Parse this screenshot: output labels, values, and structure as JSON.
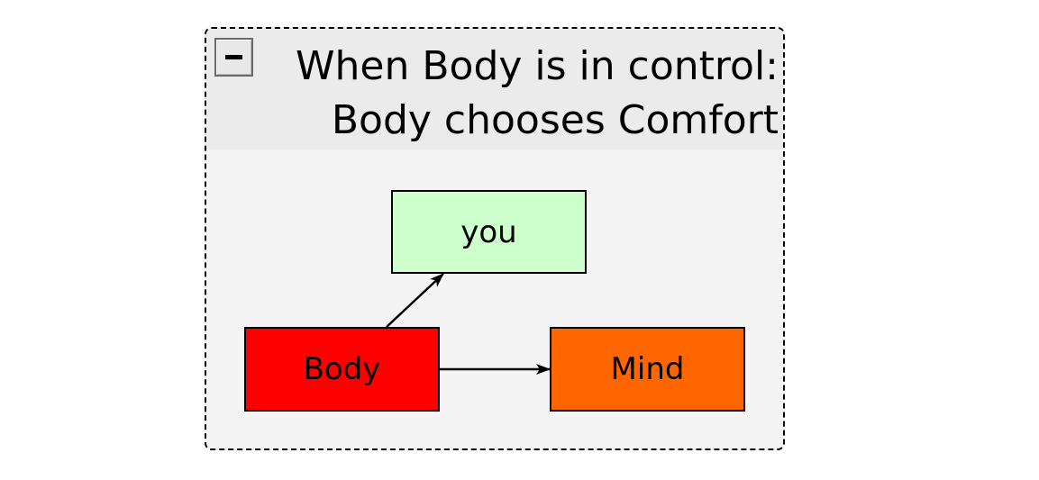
{
  "group": {
    "title_line1": "When Body is in control:",
    "title_line2": "Body chooses Comfort",
    "border_color": "#000000",
    "background": "#f4f4f4",
    "header_background": "#ebebeb"
  },
  "nodes": {
    "you": {
      "label": "you",
      "color": "#ccffcc"
    },
    "body": {
      "label": "Body",
      "color": "#ff0000"
    },
    "mind": {
      "label": "Mind",
      "color": "#ff6600"
    }
  },
  "edges": [
    {
      "from": "Body",
      "to": "you"
    },
    {
      "from": "Body",
      "to": "Mind"
    }
  ],
  "icons": {
    "collapse": "minus-icon"
  }
}
